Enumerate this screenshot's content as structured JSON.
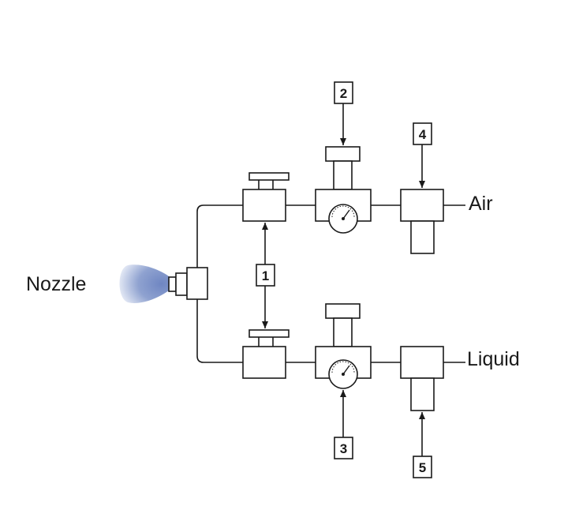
{
  "labels": {
    "nozzle": "Nozzle",
    "air": "Air",
    "liquid": "Liquid"
  },
  "callouts": [
    {
      "id": "1",
      "label": "1"
    },
    {
      "id": "2",
      "label": "2"
    },
    {
      "id": "3",
      "label": "3"
    },
    {
      "id": "4",
      "label": "4"
    },
    {
      "id": "5",
      "label": "5"
    }
  ],
  "colors": {
    "line": "#1a1a1a",
    "spray": "#6f86c2",
    "spray_light": "#dfe5f3",
    "background": "#ffffff"
  }
}
